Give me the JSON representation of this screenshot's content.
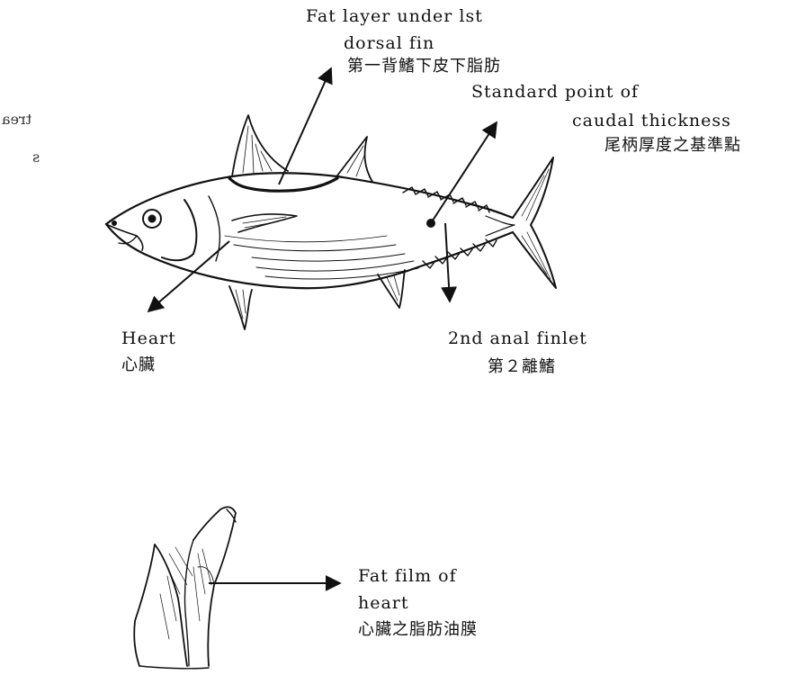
{
  "labels": {
    "fat_layer_en_1": "Fat layer under lst",
    "fat_layer_en_2": "dorsal fin",
    "fat_layer_zh": "第一背鰭下皮下脂肪",
    "standard_en_1": "Standard point of",
    "standard_en_2": "caudal thickness",
    "standard_zh": "尾柄厚度之基準點",
    "heart_en": "Heart",
    "heart_zh": "心臟",
    "finlet_en": "2nd anal finlet",
    "finlet_zh": "第２離鰭",
    "fat_film_en_1": "Fat film of",
    "fat_film_en_2": "heart",
    "fat_film_zh": "心臟之脂肪油膜"
  },
  "bleed_through": {
    "line1": "trea",
    "line2": "s"
  },
  "icons": {
    "fish": "skipjack-tuna-illustration",
    "heart": "heart-fat-film-illustration"
  },
  "colors": {
    "ink": "#111111",
    "background": "#ffffff"
  }
}
